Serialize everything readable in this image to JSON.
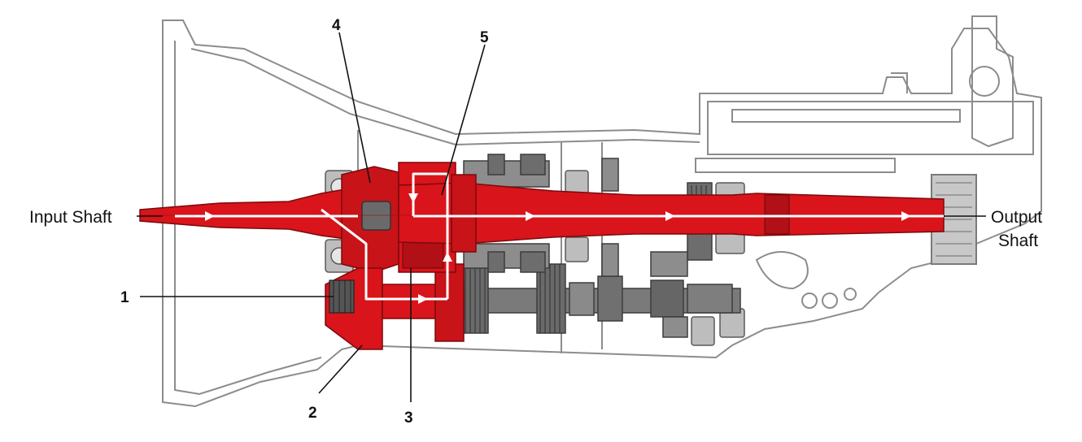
{
  "diagram": {
    "labels": {
      "input_shaft": "Input Shaft",
      "output_shaft_line1": "Output",
      "output_shaft_line2": "Shaft"
    },
    "callouts": [
      {
        "id": "1",
        "text": "1"
      },
      {
        "id": "2",
        "text": "2"
      },
      {
        "id": "3",
        "text": "3"
      },
      {
        "id": "4",
        "text": "4"
      },
      {
        "id": "5",
        "text": "5"
      }
    ],
    "colors": {
      "power_flow": "#d9141b",
      "power_flow_dark": "#9c0c10",
      "housing_line": "#8c8c8c",
      "gear_gray": "#6f6f6f",
      "flow_arrow": "#ffffff"
    }
  }
}
